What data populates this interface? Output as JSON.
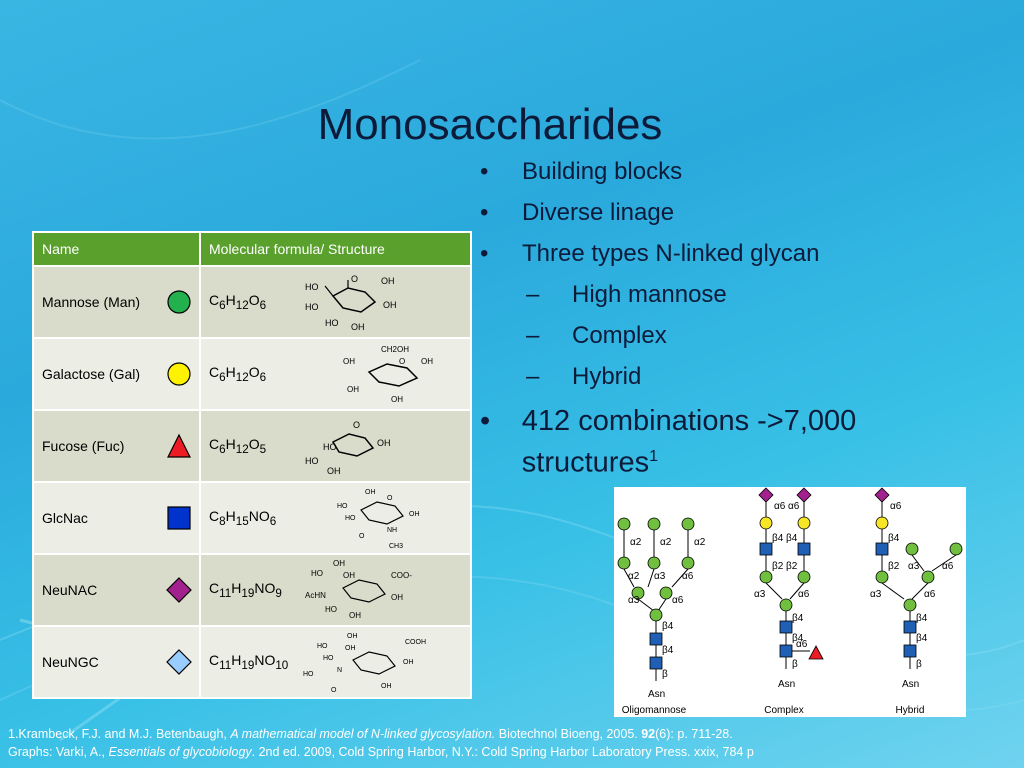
{
  "slide": {
    "title": "Monosaccharides"
  },
  "table": {
    "headers": [
      "Name",
      "Molecular formula/ Structure"
    ],
    "rows": [
      {
        "name": "Mannose (Man)",
        "symbol": "green-circle",
        "color": "#22b14c",
        "formula": "C6H12O6"
      },
      {
        "name": "Galactose (Gal)",
        "symbol": "yellow-circle",
        "color": "#fff200",
        "formula": "C6H12O6"
      },
      {
        "name": "Fucose  (Fuc)",
        "symbol": "red-triangle",
        "color": "#ed1c24",
        "formula": "C6H12O5"
      },
      {
        "name": "GlcNac",
        "symbol": "blue-square",
        "color": "#0033cc",
        "formula": "C8H15NO6"
      },
      {
        "name": "NeuNAC",
        "symbol": "purple-diamond",
        "color": "#a3218e",
        "formula": "C11H19NO9"
      },
      {
        "name": "NeuNGC",
        "symbol": "light-blue-diamond",
        "color": "#99ccff",
        "formula": "C11H19NO10"
      }
    ],
    "structure_labels": {
      "mannose": [
        "HO",
        "O",
        "OH",
        "HO",
        "OH",
        "HO",
        "OH"
      ],
      "galactose": [
        "CH2OH",
        "OH",
        "O",
        "OH",
        "OH",
        "OH"
      ],
      "fucose": [
        "O",
        "HO",
        "OH",
        "HO",
        "OH"
      ],
      "glcnac": [
        "OH",
        "HO",
        "HO",
        "O",
        "OH",
        "NH",
        "O",
        "CH3"
      ],
      "neunac": [
        "OH",
        "HO",
        "OH",
        "COO-",
        "AcHN",
        "HO",
        "OH",
        "OH"
      ],
      "neungc": [
        "OH",
        "HO",
        "OH",
        "COOH",
        "HO",
        "OH",
        "HO",
        "N",
        "O",
        "OH"
      ]
    }
  },
  "bullets": {
    "items": [
      {
        "level": 1,
        "text": "Building blocks"
      },
      {
        "level": 1,
        "text": "Diverse linage"
      },
      {
        "level": 1,
        "text": "Three types N-linked glycan"
      },
      {
        "level": 2,
        "text": "High mannose"
      },
      {
        "level": 2,
        "text": "Complex"
      },
      {
        "level": 2,
        "text": "Hybrid"
      }
    ],
    "big": {
      "text": "412 combinations ->7,000 structures",
      "sup": "1"
    },
    "bullet_char": "•",
    "dash_char": "–"
  },
  "figure": {
    "panels": [
      "Oligomannose",
      "Complex",
      "Hybrid"
    ],
    "linkage_labels": [
      "α2",
      "α2",
      "α2",
      "α2",
      "α3",
      "α6",
      "α3",
      "α6",
      "β4",
      "β4",
      "β",
      "Asn",
      "α6",
      "α6",
      "β4",
      "β4",
      "β2",
      "β2",
      "α3",
      "α6",
      "β4",
      "β4",
      "α6",
      "β",
      "Asn",
      "α6",
      "β4",
      "β2",
      "α3",
      "α6",
      "α3",
      "α6",
      "β4",
      "β4",
      "β",
      "Asn"
    ]
  },
  "references": {
    "line1_prefix": "1.Krambeck, F.J. and M.J. Betenbaugh, ",
    "line1_title": "A mathematical model of N-linked glycosylation.",
    "line1_suffix_a": " Biotechnol Bioeng, 2005. ",
    "line1_volume": "92",
    "line1_suffix_b": "(6): p. 711-28.",
    "line2_prefix": "Graphs: Varki, A., ",
    "line2_title": "Essentials of glycobiology",
    "line2_suffix": ". 2nd ed. 2009, Cold Spring Harbor, N.Y.: Cold Spring Harbor Laboratory Press. xxix, 784 p"
  }
}
